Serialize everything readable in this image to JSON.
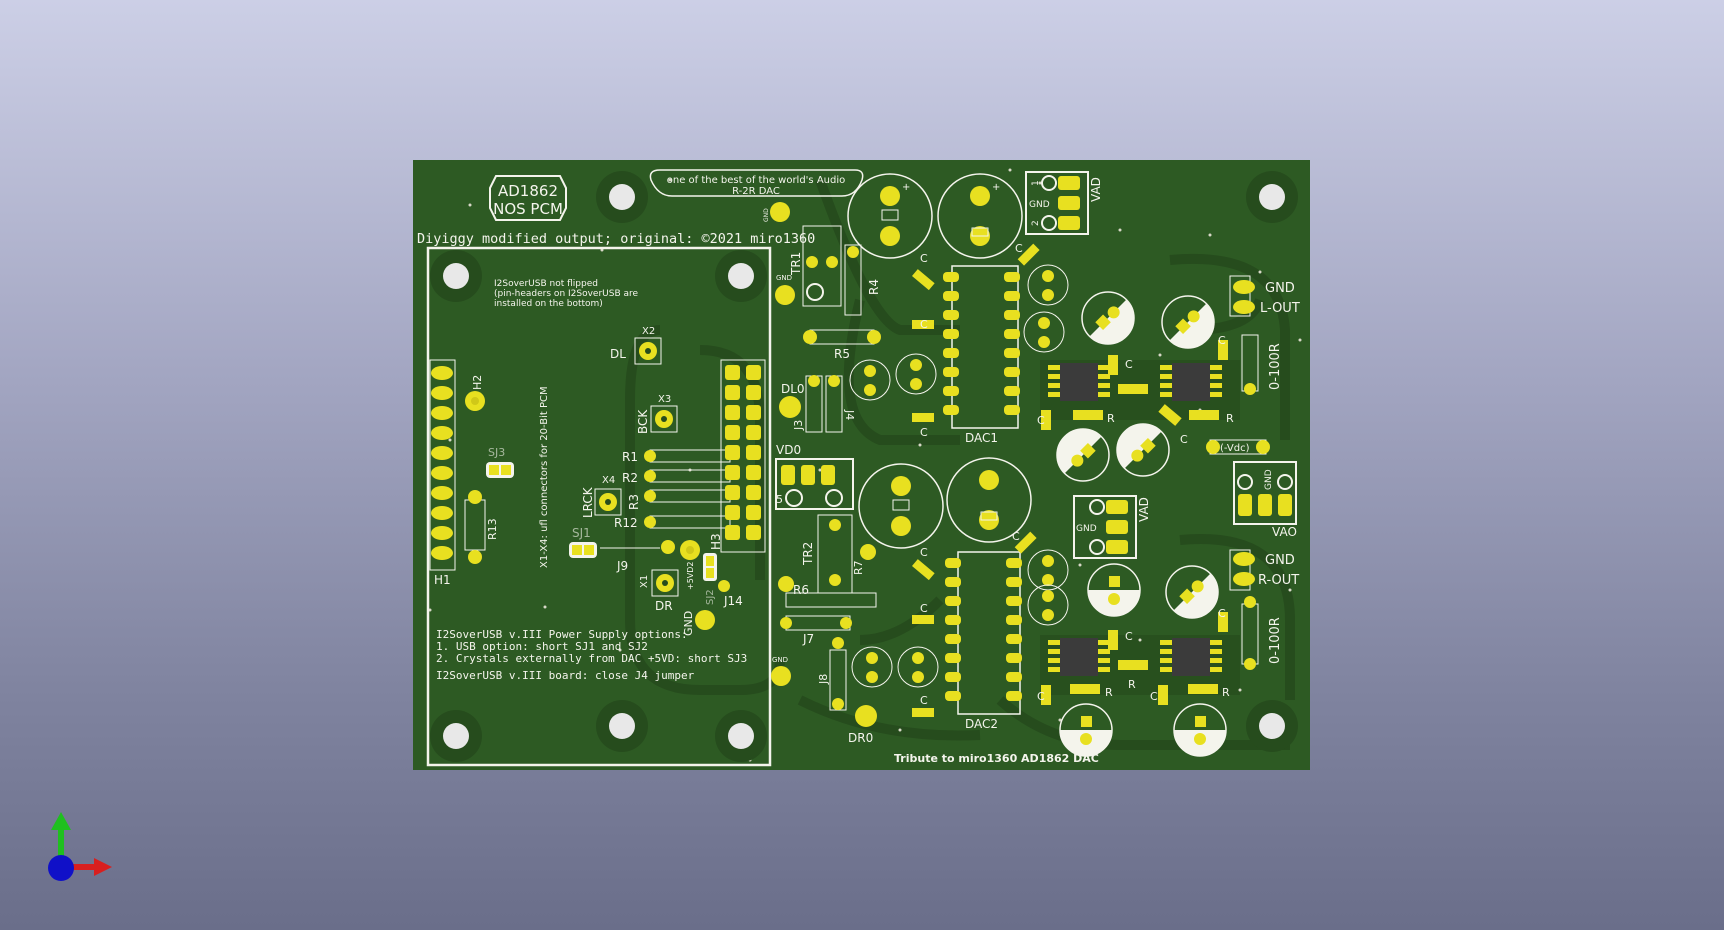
{
  "viewer": {
    "background_top": "#cccfe6",
    "background_bottom": "#6a6e8a"
  },
  "board": {
    "colors": {
      "substrate": "#2d5a23",
      "copper": "#264c1d",
      "silkscreen": "#f4f4ec",
      "pad": "#e8e020",
      "hole": "#e8e8e8"
    },
    "labels": {
      "title_box_line1": "AD1862",
      "title_box_line2": "NOS PCM",
      "tagline_line1": "one of the best of the world's Audio",
      "tagline_line2": "R-2R DAC",
      "credit": "Diyiggy modified output; original: ©2021 miro1360",
      "note_flip_1": "I2SoverUSB not flipped",
      "note_flip_2": "(pin-headers on I2SoverUSB are",
      "note_flip_3": "installed on the bottom)",
      "ufl_note": "X1-X4: ufl connectors for 20-Bit PCM",
      "power_title": "I2SoverUSB v.III Power Supply options:",
      "power_opt1": "1. USB option: short SJ1 and SJ2",
      "power_opt2": "2. Crystals externally from DAC +5VD: short SJ3",
      "jumper_note": "I2SoverUSB v.III board: close J4 jumper",
      "footer": "Tribute to miro1360 AD1862 DAC",
      "dac1": "DAC1",
      "dac2": "DAC2",
      "h1": "H1",
      "h2": "H2",
      "h3": "H3",
      "r13": "R13",
      "sj1": "SJ1",
      "sj2": "SJ2",
      "sj3": "SJ3",
      "j9": "J9",
      "j14": "J14",
      "gnd": "GND",
      "plus5vd2": "+5VD2",
      "x1": "X1",
      "x2": "X2",
      "x3": "X3",
      "x4": "X4",
      "dl": "DL",
      "dr": "DR",
      "bck": "BCK",
      "lrck": "LRCK",
      "r1": "R1",
      "r2": "R2",
      "r3": "R3",
      "r12": "R12",
      "tr1": "TR1",
      "tr2": "TR2",
      "r4": "R4",
      "r5": "R5",
      "r6": "R6",
      "r7": "R7",
      "dl0": "DL0",
      "dr0": "DR0",
      "vd0": "VD0",
      "j3": "J3",
      "j4": "J4",
      "j7": "J7",
      "j8": "J8",
      "vad": "VAD",
      "vao": "VAO",
      "l_out": "L-OUT",
      "r_out": "R-OUT",
      "ohm_range": "0-100R",
      "neg_vdc": "(-Vdc)",
      "c": "C",
      "r": "R",
      "one": "1",
      "two": "2",
      "five": "5",
      "gnd_short": "GND"
    }
  }
}
